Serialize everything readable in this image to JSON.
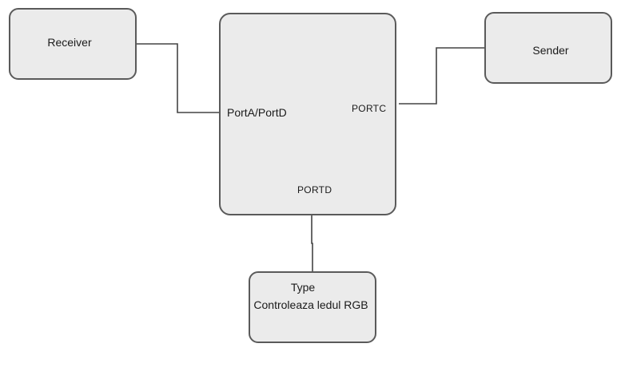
{
  "nodes": {
    "receiver": {
      "label": "Receiver"
    },
    "sender": {
      "label": "Sender"
    },
    "controller": {
      "port_left": "PortA/PortD",
      "port_right": "PORTC",
      "port_bottom": "PORTD"
    },
    "type_box": {
      "title": "Type",
      "description": "Controleaza ledul RGB"
    }
  },
  "colors": {
    "box_fill": "#ebebeb",
    "box_stroke": "#5a5a5a",
    "wire": "#444444"
  }
}
